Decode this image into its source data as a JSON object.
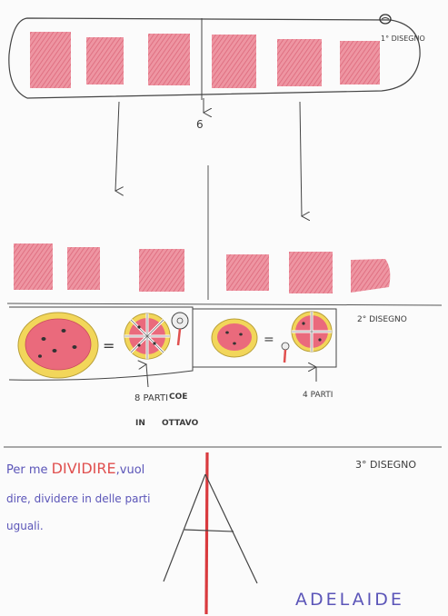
{
  "drawing1": {
    "label": "1° DISEGNO",
    "arrow_number": "6"
  },
  "drawing2": {
    "label": "2° DISEGNO",
    "equals": "=",
    "left_caption": [
      "8 PARTI",
      "COE",
      "IN",
      "OTTAVO"
    ],
    "right_caption": "4 PARTI"
  },
  "drawing3": {
    "label": "3° DISEGNO",
    "text_lines": [
      {
        "prefix": "Per me ",
        "highlight": "DIVIDIRE",
        "suffix": ",vuol"
      },
      {
        "prefix": "dire, dividere in delle parti",
        "highlight": "",
        "suffix": ""
      },
      {
        "prefix": "uguali.",
        "highlight": "",
        "suffix": ""
      }
    ],
    "signature": "ADELAIDE"
  },
  "colors": {
    "ink": "#3b3b3b",
    "pencil_red": "#e8798a",
    "text_blue": "#5b55b8",
    "highlight_red": "#e0504f",
    "pizza_crust": "#f2d65a"
  }
}
